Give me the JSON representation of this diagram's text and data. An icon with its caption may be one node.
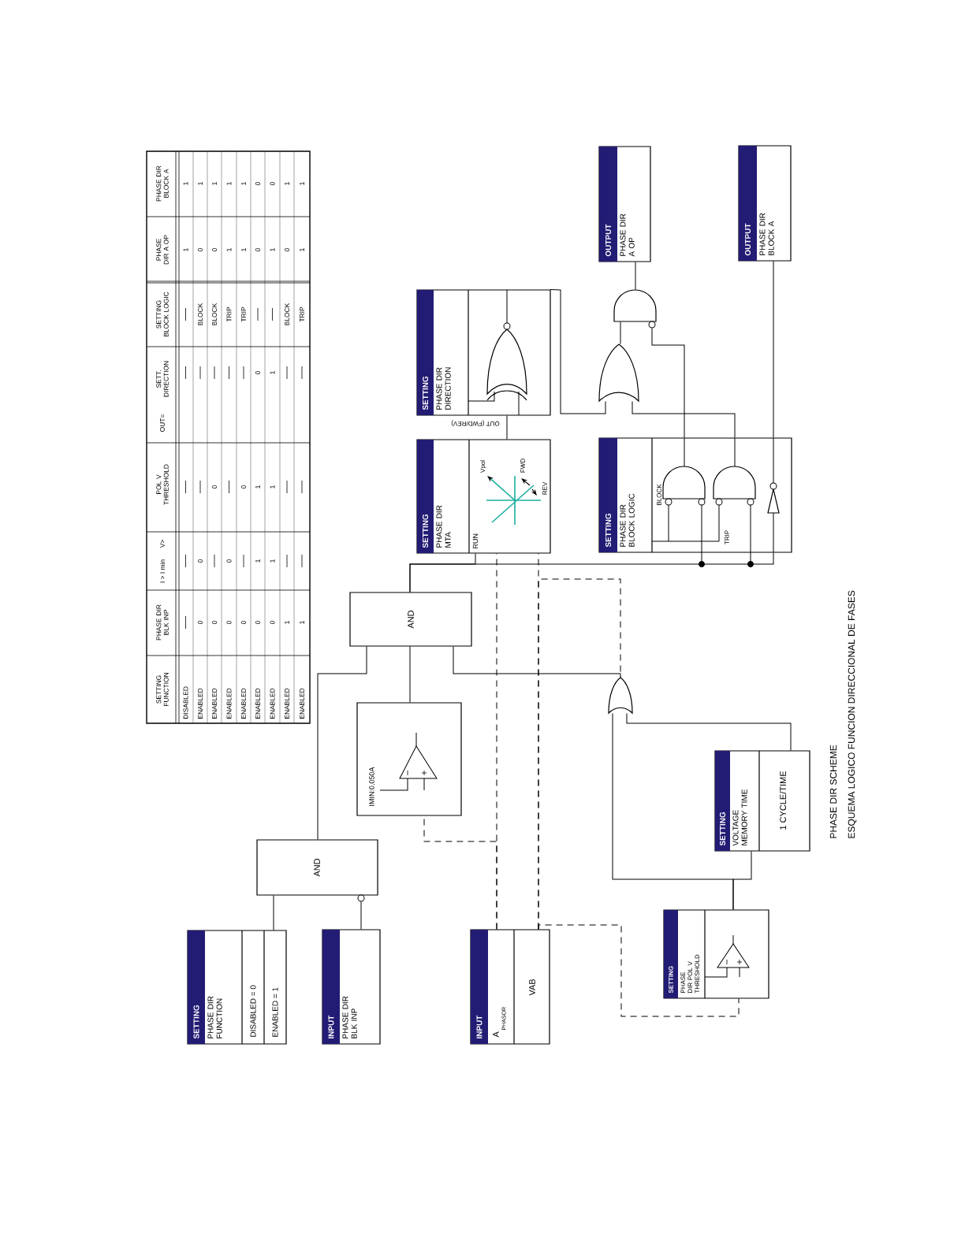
{
  "diagram": {
    "title": "PHASE DIR SCHEME",
    "caption": "ESQUEMA LOGICO FUNCION DIRECCIONAL DE FASES",
    "nodes": [
      {
        "text": [
          "SETTING",
          "PHASE DIR FUNCTION",
          "DISABLED = 0",
          "ENABLED = 1"
        ]
      },
      {
        "text": [
          "INPUT",
          "PHASE DIR BLK INP"
        ]
      },
      {
        "text": [
          "INPUT",
          "A",
          "PHASOR",
          "VAB"
        ]
      },
      {
        "text": [
          "AND"
        ]
      },
      {
        "text": [
          "IMIN:0,050A"
        ]
      },
      {
        "text": [
          "AND"
        ]
      },
      {
        "text": [
          "SETTING",
          "PHASE DIR POL V THRESHOLD"
        ]
      },
      {
        "text": [
          "SETTING",
          "VOLTAGE MEMORY TIME",
          "1 CYCLE/TIME"
        ]
      },
      {
        "text": [],
        "shape": "gate"
      },
      {
        "text": [
          "SETTING",
          "PHASE DIR MTA",
          "RUN",
          "Vpol",
          "FWD",
          "REV"
        ]
      },
      {
        "text": [
          "SETTING",
          "PHASE DIR DIRECTION"
        ]
      },
      {
        "text": [
          "SETTING",
          "PHASE DIR BLOCK LOGIC",
          "BLOCK",
          "TRIP"
        ]
      },
      {
        "text": [],
        "shape": "gate"
      },
      {
        "text": [],
        "shape": "gate"
      },
      {
        "text": [
          "OUTPUT",
          "PHASE DIR A OP"
        ]
      },
      {
        "text": [
          "OUTPUT",
          "PHASE DIR BLOCK A"
        ]
      }
    ],
    "edges": [
      {
        "from": 0,
        "to": 3,
        "arrow": "none"
      },
      {
        "from": 1,
        "to": 3,
        "arrow": "none"
      },
      {
        "from": 2,
        "to": 4,
        "arrow": "none",
        "style": "dashed"
      },
      {
        "from": 2,
        "to": 9,
        "arrow": "none",
        "style": "dashed"
      },
      {
        "from": 2,
        "to": 9,
        "arrow": "none",
        "style": "dashed"
      },
      {
        "from": 2,
        "to": 6,
        "arrow": "none",
        "style": "dashed"
      },
      {
        "from": 2,
        "to": 13,
        "arrow": "none",
        "style": "dashed"
      },
      {
        "from": 3,
        "to": 5,
        "arrow": "none"
      },
      {
        "from": 4,
        "to": 5,
        "arrow": "none"
      },
      {
        "from": 13,
        "to": 5,
        "arrow": "none"
      },
      {
        "from": 6,
        "to": 7,
        "arrow": "none"
      },
      {
        "from": 6,
        "to": 13,
        "arrow": "none"
      },
      {
        "from": 7,
        "to": 13,
        "arrow": "none"
      },
      {
        "from": 5,
        "to": 9,
        "arrow": "none"
      },
      {
        "from": 5,
        "to": 11,
        "arrow": "none"
      },
      {
        "from": 9,
        "to": 10,
        "arrow": "none",
        "label": "OUT (FWD/REV)"
      },
      {
        "from": 10,
        "to": 12,
        "arrow": "none"
      },
      {
        "from": 12,
        "to": 8,
        "arrow": "none"
      },
      {
        "from": 11,
        "to": 12,
        "arrow": "none"
      },
      {
        "from": 11,
        "to": 8,
        "arrow": "none"
      },
      {
        "from": 8,
        "to": 14,
        "arrow": "none"
      },
      {
        "from": 11,
        "to": 15,
        "arrow": "none"
      }
    ],
    "labels": [
      "SETTING FUNCTION",
      "PHASE DIR BLK INP",
      "I > I min",
      "V>",
      "POL V THRESHOLD",
      "OUT=",
      "SETT. DIRECTION",
      "SETTING BLOCK LOGIC",
      "PHASE DIR A OP",
      "PHASE DIR BLOCK A",
      "DISABLED",
      "1",
      "1",
      "ENABLED",
      "0",
      "0",
      "BLOCK",
      "0",
      "1",
      "ENABLED",
      "0",
      "0",
      "BLOCK",
      "0",
      "1",
      "ENABLED",
      "0",
      "0",
      "TRIP",
      "1",
      "1",
      "ENABLED",
      "0",
      "0",
      "TRIP",
      "1",
      "1",
      "ENABLED",
      "0",
      "1",
      "1",
      "0",
      "0",
      "0",
      "ENABLED",
      "0",
      "1",
      "1",
      "1",
      "1",
      "0",
      "ENABLED",
      "1",
      "BLOCK",
      "0",
      "1",
      "ENABLED",
      "1",
      "TRIP",
      "1",
      "1"
    ]
  }
}
